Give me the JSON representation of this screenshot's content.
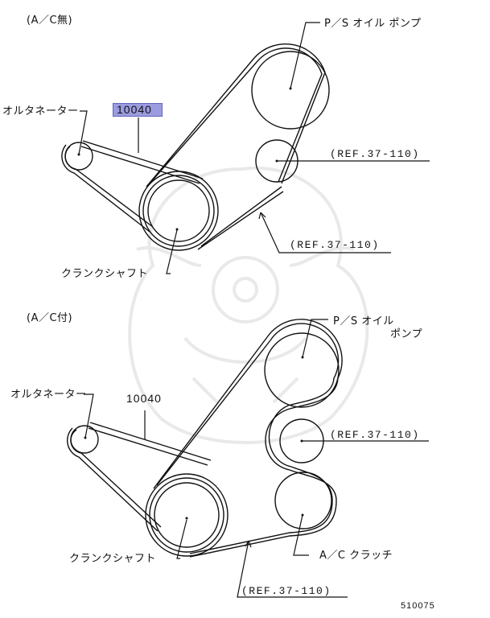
{
  "diagram": {
    "type": "belt-routing-diagram",
    "figure_number": "510075",
    "colors": {
      "line": "#111111",
      "highlight_fill": "#9b9be0",
      "highlight_border": "#6666bb",
      "watermark": "#e9e9e9"
    }
  },
  "top_section": {
    "title": "(A／C無)",
    "part_number": "10040",
    "part_number_highlighted": true,
    "labels": {
      "alternator": "オルタネーター",
      "ps_pump": "P／S  オイル  ポンプ",
      "ref_idler": "(REF.37-110)",
      "ref_belt": "(REF.37-110)",
      "crankshaft": "クランクシャフト"
    }
  },
  "bottom_section": {
    "title": "(A／C付)",
    "part_number": "10040",
    "labels": {
      "alternator": "オルタネーター",
      "ps_pump_line1": "P／S  オイル",
      "ps_pump_line2": "ポンプ",
      "ref_idler": "(REF.37-110)",
      "crankshaft": "クランクシャフト",
      "ac_clutch": "A／C  クラッチ",
      "ref_belt": "(REF.37-110)"
    }
  }
}
